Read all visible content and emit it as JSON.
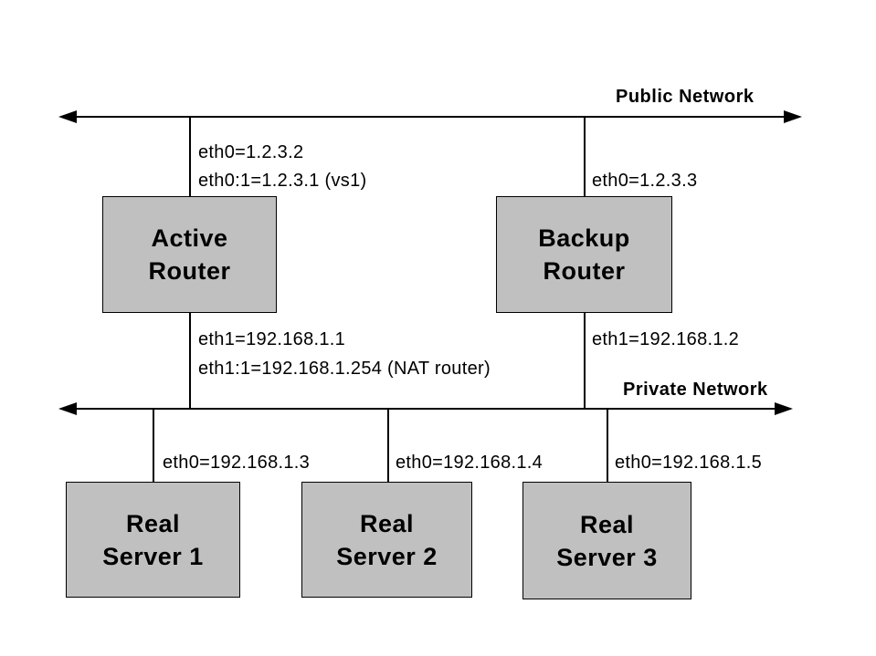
{
  "colors": {
    "background": "#ffffff",
    "box_fill": "#c0c0c0",
    "box_border": "#000000",
    "line": "#000000",
    "text": "#000000"
  },
  "public_network": {
    "label": "Public Network"
  },
  "private_network": {
    "label": "Private Network"
  },
  "routers": [
    {
      "name": "Active\nRouter",
      "interfaces_top": [
        "eth0=1.2.3.2",
        "eth0:1=1.2.3.1 (vs1)"
      ],
      "interfaces_bottom": [
        "eth1=192.168.1.1",
        "eth1:1=192.168.1.254 (NAT router)"
      ]
    },
    {
      "name": "Backup\nRouter",
      "interfaces_top": [
        "eth0=1.2.3.3"
      ],
      "interfaces_bottom": [
        "eth1=192.168.1.2"
      ]
    }
  ],
  "servers": [
    {
      "name": "Real\nServer 1",
      "interface": "eth0=192.168.1.3"
    },
    {
      "name": "Real\nServer 2",
      "interface": "eth0=192.168.1.4"
    },
    {
      "name": "Real\nServer 3",
      "interface": "eth0=192.168.1.5"
    }
  ]
}
